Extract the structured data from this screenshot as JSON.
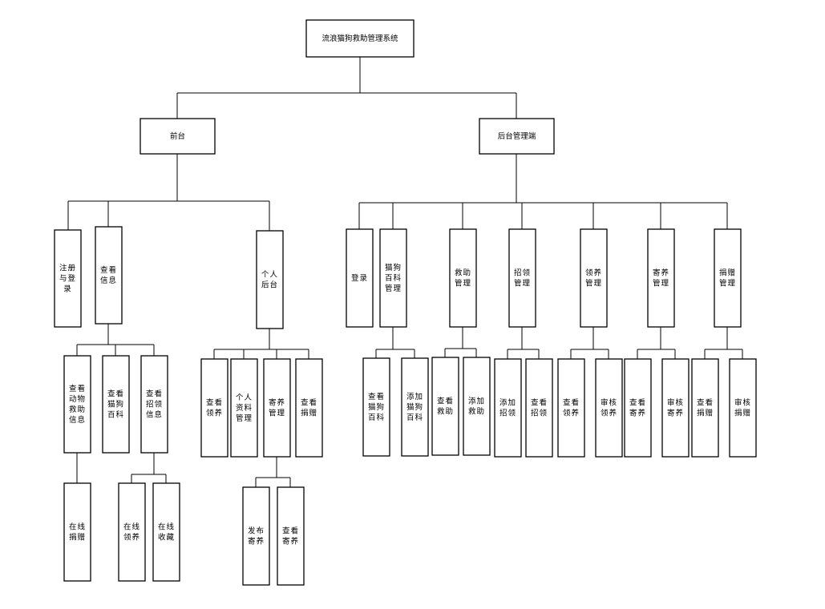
{
  "diagram": {
    "root": "流浪猫狗救助管理系统",
    "frontend": "前台",
    "backend": "后台管理端",
    "front_modules": {
      "register": "注册与登录",
      "view_info": "查看信息",
      "personal": "个人后台"
    },
    "view_info_children": {
      "rescue_info": "查看动物救助信息",
      "encyclopedia": "查看猫狗百科",
      "recruit_info": "查看招领信息"
    },
    "rescue_info_children": {
      "donate": "在线捐赠"
    },
    "recruit_info_children": {
      "adopt": "在线领养",
      "favorite": "在线收藏"
    },
    "personal_children": {
      "view_adoption": "查看领养",
      "profile": "个人资料管理",
      "foster_manage": "寄养管理",
      "view_donation": "查看捐赠"
    },
    "foster_children": {
      "publish_foster": "发布寄养",
      "view_foster": "查看寄养"
    },
    "back_modules": {
      "login": "登录",
      "encyclopedia_manage": "猫狗百科管理",
      "rescue_manage": "救助管理",
      "recruit_manage": "招领管理",
      "adoption_manage": "领养管理",
      "foster_manage": "寄养管理",
      "donation_manage": "捐赠管理"
    },
    "back_children": {
      "view_encyclopedia": "查看猫狗百科",
      "add_encyclopedia": "添加猫狗百科",
      "view_rescue": "查看救助",
      "add_rescue": "添加救助",
      "add_recruit": "添加招领",
      "view_recruit": "查看招领",
      "view_adoption": "查看领养",
      "review_adoption": "审核领养",
      "view_foster": "查看寄养",
      "review_foster": "审核寄养",
      "view_donation": "查看捐赠",
      "review_donation": "审核捐赠"
    }
  }
}
